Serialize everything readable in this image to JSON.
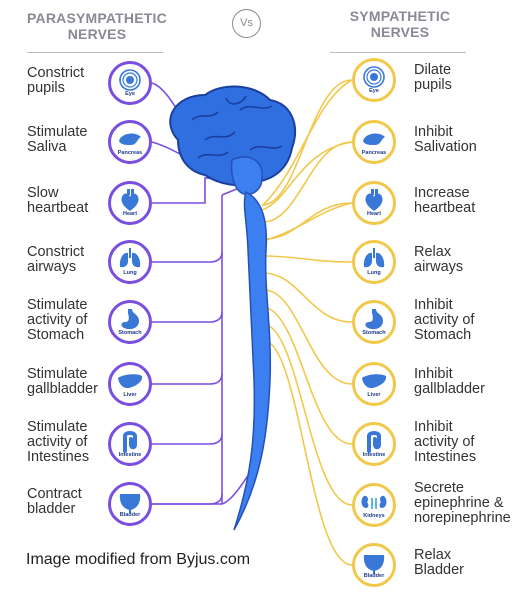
{
  "header": {
    "left_title": "PARASYMPATHETIC\nNERVES",
    "vs": "Vs",
    "right_title": "SYMPATHETIC\nNERVES"
  },
  "parasympathetic": [
    {
      "text": "Constrict\npupils",
      "organ": "Eye",
      "icon": "eye-icon"
    },
    {
      "text": "Stimulate\nSaliva",
      "organ": "Pancreas",
      "icon": "pancreas-icon"
    },
    {
      "text": "Slow\nheartbeat",
      "organ": "Heart",
      "icon": "heart-icon"
    },
    {
      "text": "Constrict\nairways",
      "organ": "Lung",
      "icon": "lung-icon"
    },
    {
      "text": "Stimulate\nactivity of\nStomach",
      "organ": "Stomach",
      "icon": "stomach-icon"
    },
    {
      "text": "Stimulate\ngallbladder",
      "organ": "Liver",
      "icon": "liver-icon"
    },
    {
      "text": "Stimulate\nactivity of\nIntestines",
      "organ": "Intestine",
      "icon": "intestine-icon"
    },
    {
      "text": "Contract\nbladder",
      "organ": "Bladder",
      "icon": "bladder-icon"
    }
  ],
  "sympathetic": [
    {
      "text": "Dilate\npupils",
      "organ": "Eye",
      "icon": "eye-icon"
    },
    {
      "text": "Inhibit\nSalivation",
      "organ": "Pancreas",
      "icon": "pancreas-icon"
    },
    {
      "text": "Increase\nheartbeat",
      "organ": "Heart",
      "icon": "heart-icon"
    },
    {
      "text": "Relax\nairways",
      "organ": "Lung",
      "icon": "lung-icon"
    },
    {
      "text": "Inhibit\nactivity of\nStomach",
      "organ": "Stomach",
      "icon": "stomach-icon"
    },
    {
      "text": "Inhibit\ngallbladder",
      "organ": "Liver",
      "icon": "liver-icon"
    },
    {
      "text": "Inhibit\nactivity of\nIntestines",
      "organ": "Intestine",
      "icon": "intestine-icon"
    },
    {
      "text": "Secrete\nepinephrine &\nnorepinephrine",
      "organ": "Kidneys",
      "icon": "kidneys-icon"
    },
    {
      "text": "Relax\nBladder",
      "organ": "Bladder",
      "icon": "bladder-icon"
    }
  ],
  "credit": "Image modified from Byjus.com",
  "colors": {
    "parasympathetic": "#7a4fe0",
    "sympathetic": "#f2c84b",
    "brain": "#2f6fe0",
    "organ_fill": "#3a78d8",
    "heading": "#8a8a94"
  }
}
